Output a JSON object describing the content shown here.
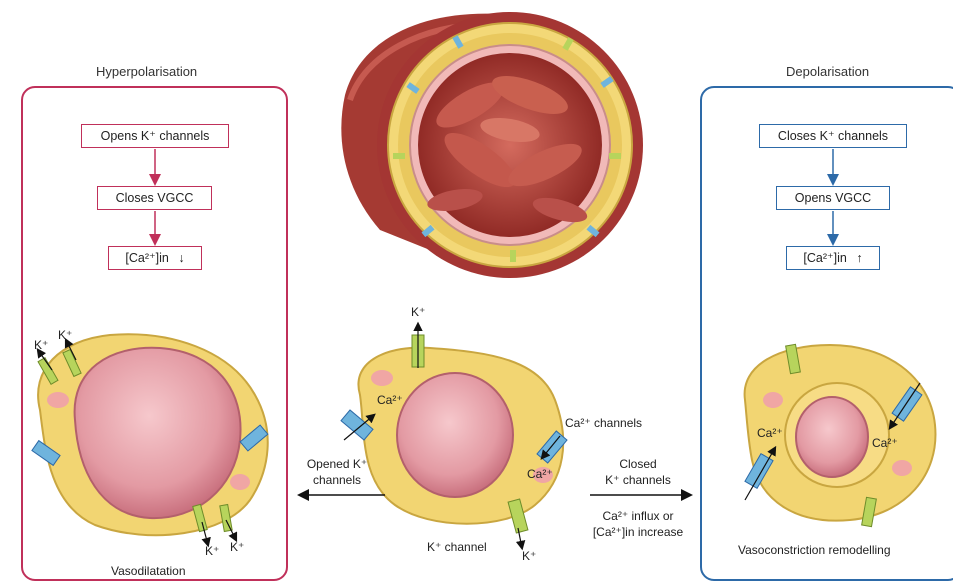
{
  "left_panel": {
    "title": "Hyperpolarisation",
    "step1": "Opens K⁺ channels",
    "step2": "Closes VGCC",
    "step3_label": "[Ca²⁺]in",
    "step3_arrow": "↓",
    "ion_label": "K⁺",
    "caption": "Vasodilatation"
  },
  "right_panel": {
    "title": "Depolarisation",
    "step1": "Closes K⁺ channels",
    "step2": "Opens VGCC",
    "step3_label": "[Ca²⁺]in",
    "step3_arrow": "↑",
    "ca_label": "Ca²⁺",
    "caption": "Vasoconstriction remodelling"
  },
  "center": {
    "k_top": "K⁺",
    "ca_inside_left": "Ca²⁺",
    "ca_inside_right": "Ca²⁺",
    "ca_channels": "Ca²⁺ channels",
    "k_channel": "K⁺ channel",
    "k_bottom": "K⁺"
  },
  "arrows": {
    "left_text_line1": "Opened K⁺",
    "left_text_line2": "channels",
    "right_text_line1": "Closed",
    "right_text_line2": "K⁺ channels",
    "right_text_line3": "Ca²⁺ influx or",
    "right_text_line4": "[Ca²⁺]in increase"
  },
  "colors": {
    "red": "#c0305a",
    "blue": "#2d6aa8",
    "cell_yellow": "#f2d572",
    "nucleus_pink": "#e49aa3",
    "vessel_red": "#9e2f2c"
  }
}
